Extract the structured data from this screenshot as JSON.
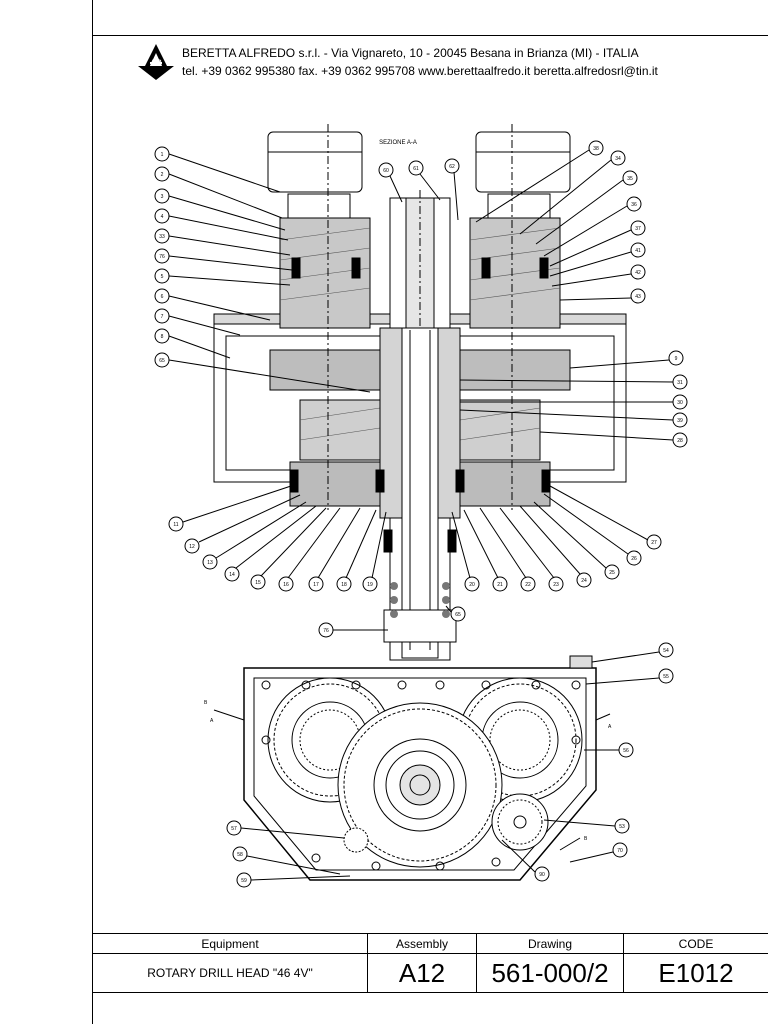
{
  "header": {
    "company_line": "BERETTA ALFREDO s.r.l. - Via Vignareto, 10 - 20045 Besana in Brianza (MI) - ITALIA",
    "contact_line": "tel. +39 0362 995380  fax. +39 0362 995708   www.berettaalfredo.it    beretta.alfredosrl@tin.it",
    "logo_text": "AB"
  },
  "drawing": {
    "section_label": "SEZIONE A-A",
    "section_callouts_left": [
      "1",
      "2",
      "3",
      "4",
      "33",
      "76",
      "5",
      "6",
      "7",
      "8",
      "65"
    ],
    "section_callouts_right": [
      "38",
      "34",
      "35",
      "36",
      "37",
      "41",
      "42",
      "43",
      "9",
      "31",
      "30",
      "39",
      "28"
    ],
    "section_callouts_top": [
      "60",
      "61",
      "62"
    ],
    "section_callouts_bottom": [
      "11",
      "12",
      "13",
      "14",
      "15",
      "16",
      "17",
      "18",
      "19",
      "20",
      "21",
      "22",
      "23",
      "24",
      "25",
      "26",
      "27"
    ],
    "section_callouts_low": [
      "65",
      "76"
    ],
    "plan_callouts": [
      "54",
      "55",
      "56",
      "57",
      "58",
      "59",
      "53",
      "70",
      "90"
    ],
    "plan_section_marks": [
      "B",
      "A",
      "A",
      "B"
    ]
  },
  "titleblock": {
    "headers": [
      "Equipment",
      "Assembly",
      "Drawing",
      "CODE"
    ],
    "values": [
      "ROTARY DRILL HEAD \"46 4V\"",
      "A12",
      "561-000/2",
      "E1012"
    ]
  }
}
